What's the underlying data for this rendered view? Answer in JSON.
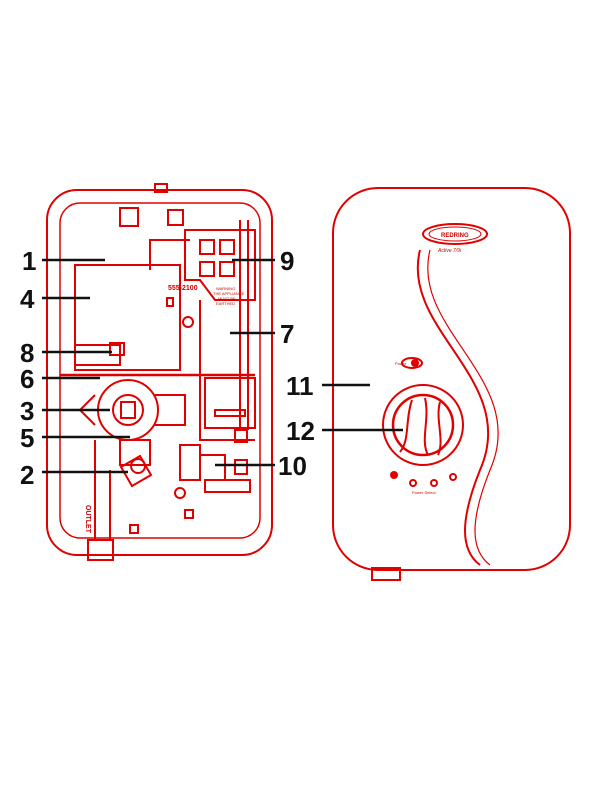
{
  "colors": {
    "line": "#e00000",
    "label": "#111111",
    "background": "#ffffff"
  },
  "interior": {
    "model_text": "555-2100",
    "warning_text": [
      "WARNING",
      "THE APPLIANCE",
      "MUST BE",
      "EARTHED"
    ],
    "outlet_text": "OUTLET"
  },
  "exterior": {
    "brand": "REDRING",
    "model": "Active 7/9i",
    "power_label": "Power",
    "power_select_label": "Power Select"
  },
  "callouts": [
    {
      "number": "1"
    },
    {
      "number": "4"
    },
    {
      "number": "8"
    },
    {
      "number": "6"
    },
    {
      "number": "3"
    },
    {
      "number": "5"
    },
    {
      "number": "2"
    },
    {
      "number": "9"
    },
    {
      "number": "7"
    },
    {
      "number": "10"
    },
    {
      "number": "11"
    },
    {
      "number": "12"
    }
  ]
}
